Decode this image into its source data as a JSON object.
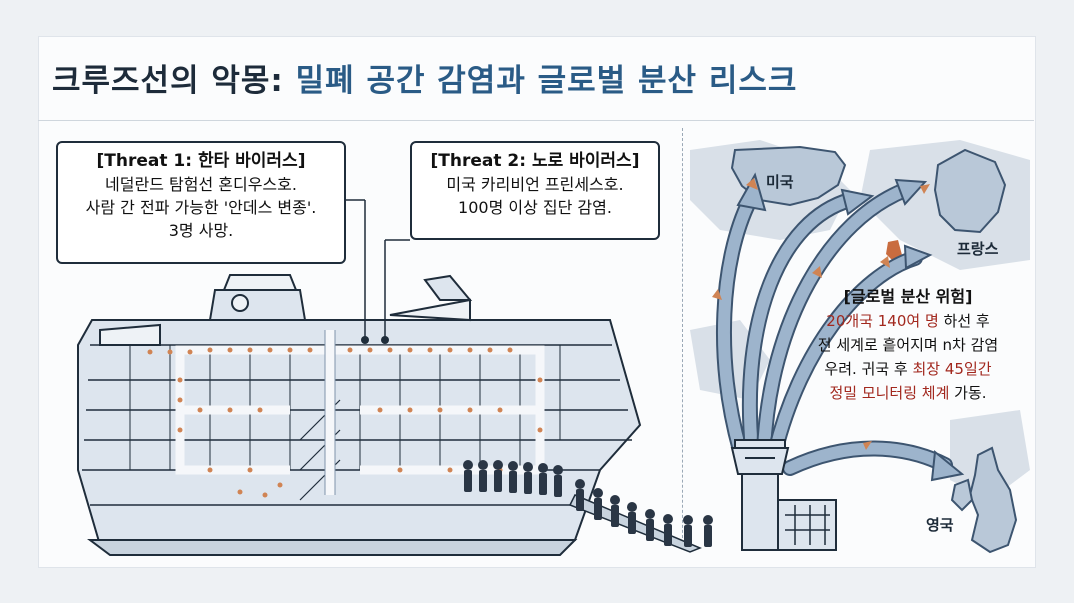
{
  "title": {
    "part1": "크루즈선의 악몽: ",
    "part2": "밀폐 공간 감염과 글로벌 분산 리스크"
  },
  "threat1": {
    "heading": "[Threat 1: 한타 바이러스]",
    "lines": [
      "네덜란드 탐험선 혼디우스호.",
      "사람 간 전파 가능한 '안데스 변종'.",
      "3명 사망."
    ]
  },
  "threat2": {
    "heading": "[Threat 2: 노로 바이러스]",
    "lines": [
      "미국 카리비언 프린세스호.",
      "100명 이상 집단 감염."
    ]
  },
  "risk": {
    "heading": "[글로벌 분산 위험]",
    "line1_red": "20개국 140여 명",
    "line1_rest": " 하선 후",
    "line2": "전 세계로 흩어지며 n차 감염",
    "line3_pre": "우려. 귀국 후 ",
    "line3_red": "최장 45일간",
    "line4_red": "정밀 모니터링 체계",
    "line4_rest": " 가동."
  },
  "map_labels": {
    "usa": "미국",
    "france": "프랑스",
    "uk": "영국"
  },
  "colors": {
    "title_dark": "#1d2b3a",
    "title_accent": "#2a5b86",
    "highlight_red": "#a2281e",
    "ship_fill": "#dde5ee",
    "arrow_fill": "#8fa8c2",
    "infection_dot": "#d08454"
  }
}
